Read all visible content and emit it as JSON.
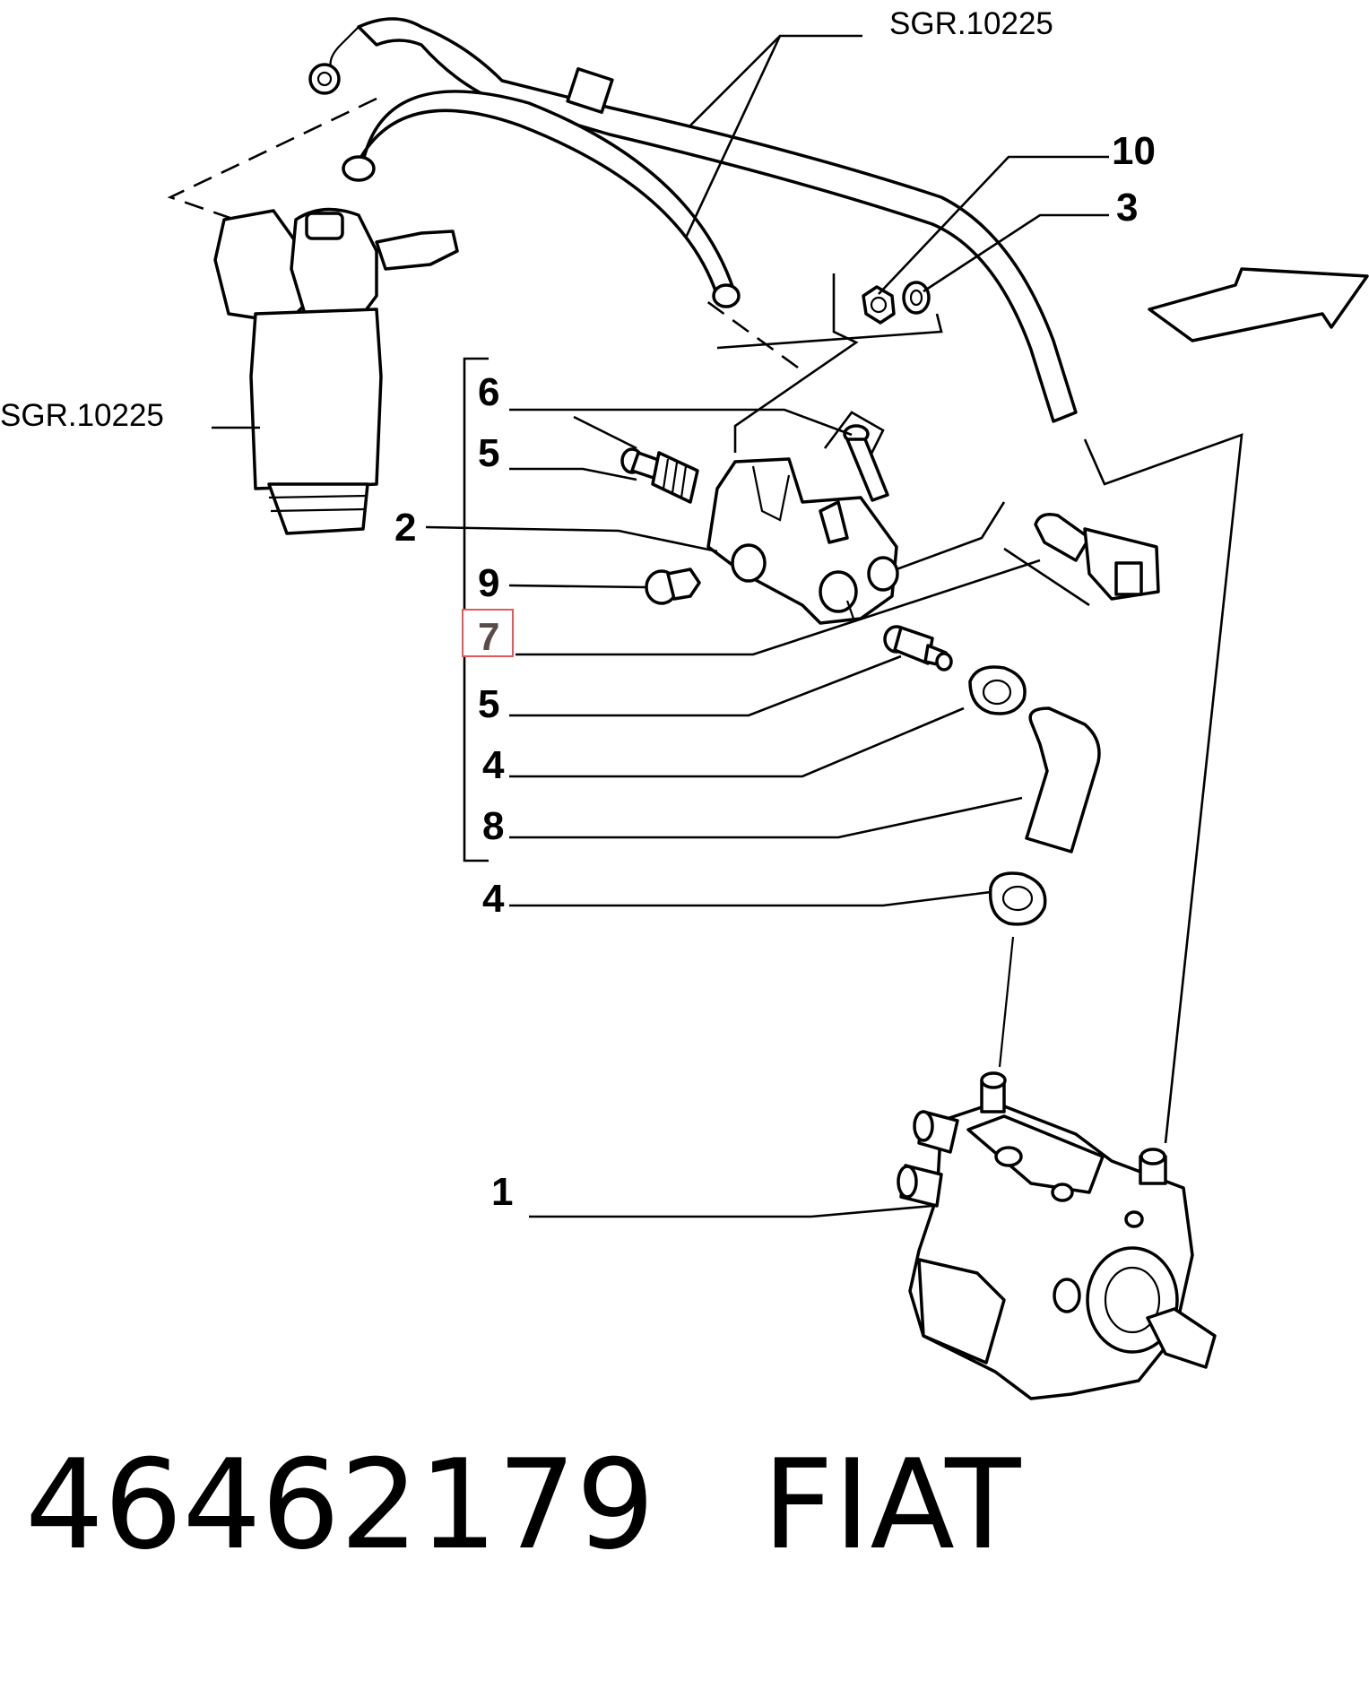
{
  "references": {
    "top": "SGR.10225",
    "left": "SGR.10225"
  },
  "callouts": {
    "c10": "10",
    "c3": "3",
    "c6": "6",
    "c5a": "5",
    "c2": "2",
    "c9": "9",
    "c7": "7",
    "c5b": "5",
    "c4a": "4",
    "c8": "8",
    "c4b": "4",
    "c1": "1"
  },
  "highlighted_callout": "7",
  "colors": {
    "highlight_border": "#e05a5a",
    "line": "#000000"
  },
  "footer": {
    "part_number": "46462179",
    "brand": "FIAT"
  }
}
